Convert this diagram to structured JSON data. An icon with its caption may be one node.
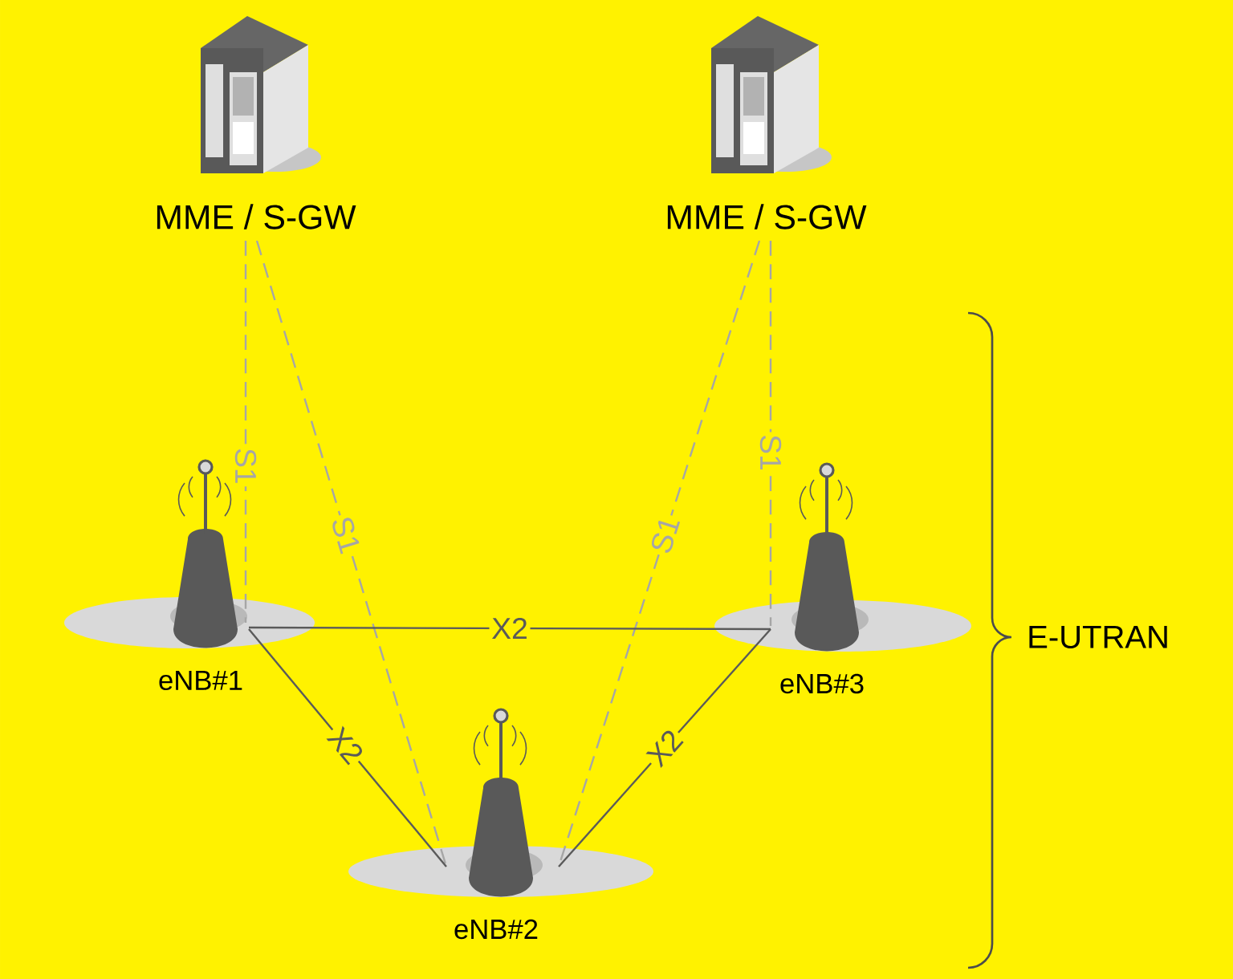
{
  "diagram": {
    "nodes": [
      {
        "text": [
          "MME / S-GW"
        ]
      },
      {
        "text": [
          "MME / S-GW"
        ]
      },
      {
        "text": [
          "eNB#1"
        ]
      },
      {
        "text": [
          "eNB#2"
        ]
      },
      {
        "text": [
          "eNB#3"
        ]
      }
    ],
    "edges": [
      {
        "from": 0,
        "to": 2,
        "arrow": "none",
        "label": "S1",
        "style": "dashed"
      },
      {
        "from": 0,
        "to": 3,
        "arrow": "none",
        "label": "S1",
        "style": "dashed"
      },
      {
        "from": 1,
        "to": 3,
        "arrow": "none",
        "label": "S1",
        "style": "dashed"
      },
      {
        "from": 1,
        "to": 4,
        "arrow": "none",
        "label": "S1",
        "style": "dashed"
      },
      {
        "from": 2,
        "to": 4,
        "arrow": "none",
        "label": "X2",
        "color": "#5a5a5a"
      },
      {
        "from": 2,
        "to": 3,
        "arrow": "none",
        "label": "X2",
        "color": "#5a5a5a"
      },
      {
        "from": 4,
        "to": 3,
        "arrow": "none",
        "label": "X2",
        "color": "#5a5a5a"
      }
    ],
    "labels": [
      "E-UTRAN"
    ]
  }
}
